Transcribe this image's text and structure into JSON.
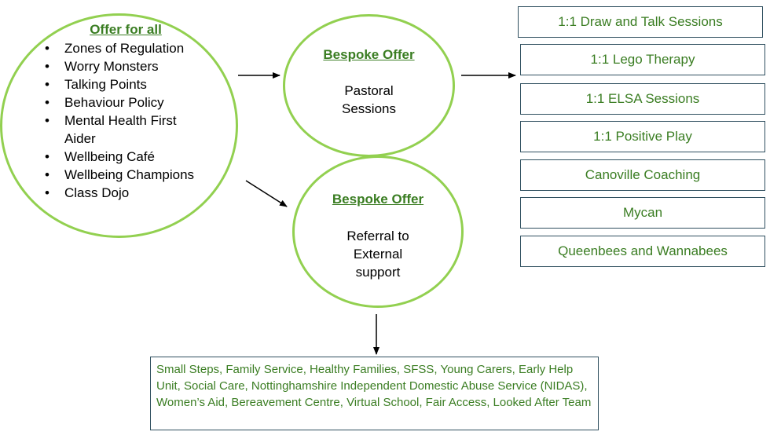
{
  "offer_all": {
    "title": "Offer for all",
    "items": [
      "Zones of Regulation",
      "Worry Monsters",
      "Talking Points",
      "Behaviour Policy",
      "Mental Health First Aider",
      "Wellbeing Café",
      "Wellbeing Champions",
      "Class Dojo"
    ]
  },
  "bespoke_pastoral": {
    "title": "Bespoke Offer",
    "text_line1": "Pastoral",
    "text_line2": "Sessions"
  },
  "bespoke_referral": {
    "title": "Bespoke Offer",
    "text_line1": "Referral to",
    "text_line2": "External",
    "text_line3": "support"
  },
  "sessions": [
    "1:1 Draw and Talk Sessions",
    "1:1 Lego Therapy",
    "1:1 ELSA Sessions",
    "1:1 Positive Play",
    "Canoville Coaching",
    "Mycan",
    "Queenbees and Wannabees"
  ],
  "external_support": "Small Steps, Family Service, Healthy Families, SFSS, Young Carers, Early Help Unit, Social Care, Nottinghamshire Independent Domestic Abuse Service (NIDAS), Women’s Aid, Bereavement Centre, Virtual School, Fair Access, Looked After Team",
  "colors": {
    "circle_border": "#92d050",
    "green_text": "#3a7d22",
    "box_border": "#2f4f5f"
  }
}
